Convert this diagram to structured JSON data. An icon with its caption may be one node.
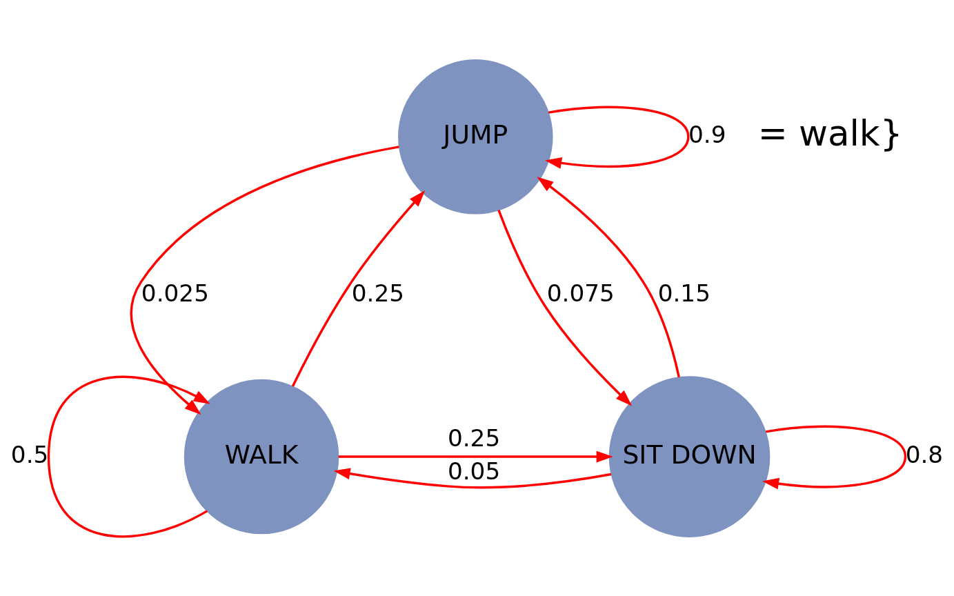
{
  "diagram": {
    "nodes": [
      {
        "text": [
          "JUMP"
        ]
      },
      {
        "text": [
          "WALK"
        ]
      },
      {
        "text": [
          "SIT DOWN"
        ]
      }
    ],
    "edges": [
      {
        "from": 0,
        "to": 0,
        "arrow": "to",
        "label": "0.9"
      },
      {
        "from": 0,
        "to": 1,
        "arrow": "to",
        "label": "0.025"
      },
      {
        "from": 1,
        "to": 0,
        "arrow": "to",
        "label": "0.25"
      },
      {
        "from": 0,
        "to": 2,
        "arrow": "to",
        "label": "0.075"
      },
      {
        "from": 2,
        "to": 0,
        "arrow": "to",
        "label": "0.15"
      },
      {
        "from": 1,
        "to": 2,
        "arrow": "to",
        "label": "0.25"
      },
      {
        "from": 2,
        "to": 1,
        "arrow": "to",
        "label": "0.05"
      },
      {
        "from": 1,
        "to": 1,
        "arrow": "to",
        "label": "0.5"
      },
      {
        "from": 2,
        "to": 2,
        "arrow": "to",
        "label": "0.8"
      }
    ],
    "labels": [
      "= walk}"
    ]
  }
}
